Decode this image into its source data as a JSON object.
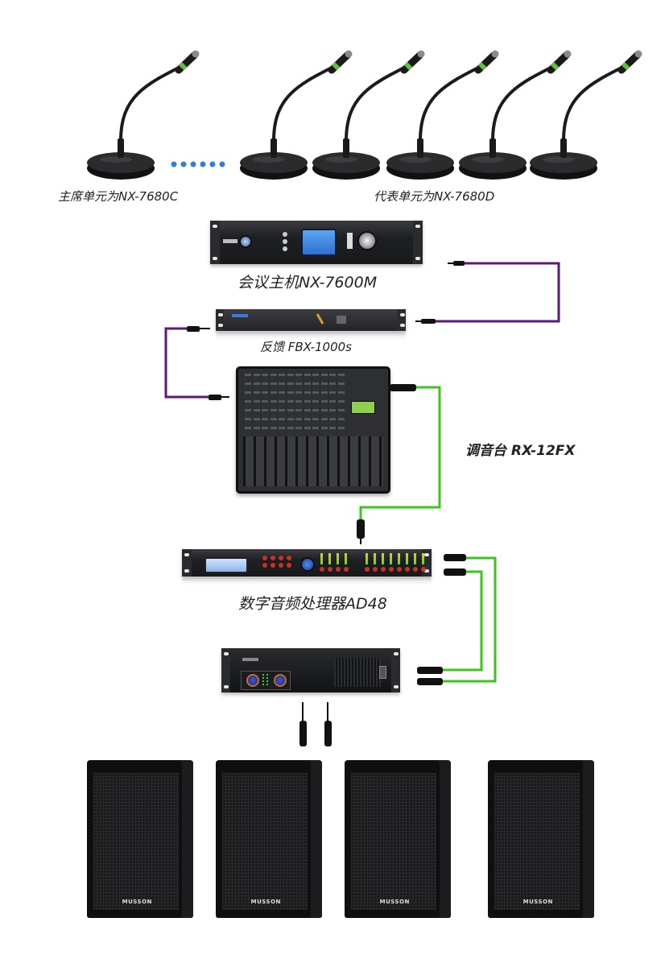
{
  "title": "会议系统连接示意图",
  "microphones": {
    "chair_label": "主席单元为NX-7680C",
    "delegate_label": "代表单元为NX-7680D",
    "chair_count": 1,
    "delegate_count": 5,
    "ellipsis_dot_count": 6,
    "ellipsis_color": "#2f7fd8",
    "accent_ring_color": "#5ec23a"
  },
  "devices": {
    "conference_host": {
      "label": "会议主机NX-7600M"
    },
    "feedback_suppressor": {
      "label": "反馈 FBX-1000s"
    },
    "mixer": {
      "label": "调音台 RX-12FX"
    },
    "processor": {
      "label": "数字音频处理器AD48"
    },
    "amplifier": {
      "label": ""
    },
    "speakers": {
      "count": 4,
      "logo": "MUSSON"
    }
  },
  "cables": {
    "audio_link_color": "#5a1a7a",
    "balanced_link_color": "#3fc31f"
  }
}
